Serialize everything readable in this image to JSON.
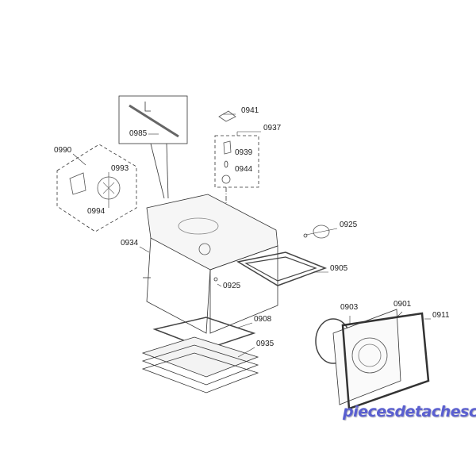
{
  "diagram": {
    "type": "exploded-parts-diagram",
    "parts": [
      {
        "id": "p0941",
        "label": "0941"
      },
      {
        "id": "p0937",
        "label": "0937"
      },
      {
        "id": "p0985",
        "label": "0985"
      },
      {
        "id": "p0939",
        "label": "0939"
      },
      {
        "id": "p0944",
        "label": "0944"
      },
      {
        "id": "p0990",
        "label": "0990"
      },
      {
        "id": "p0993",
        "label": "0993"
      },
      {
        "id": "p0994",
        "label": "0994"
      },
      {
        "id": "p0925a",
        "label": "0925"
      },
      {
        "id": "p0934",
        "label": "0934"
      },
      {
        "id": "p0905",
        "label": "0905"
      },
      {
        "id": "p0925b",
        "label": "0925"
      },
      {
        "id": "p0903",
        "label": "0903"
      },
      {
        "id": "p0901",
        "label": "0901"
      },
      {
        "id": "p0911",
        "label": "0911"
      },
      {
        "id": "p0908",
        "label": "0908"
      },
      {
        "id": "p0935",
        "label": "0935"
      }
    ]
  },
  "watermark": "piecesdetachesclec.com"
}
